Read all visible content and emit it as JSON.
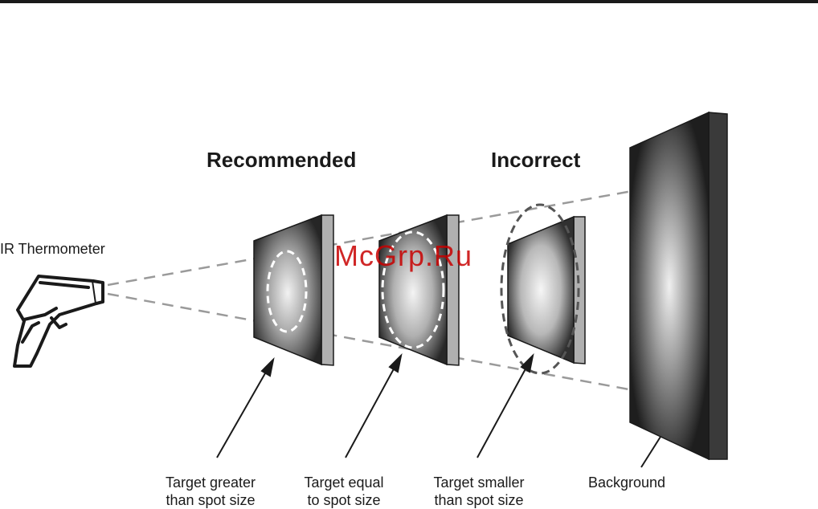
{
  "headings": {
    "recommended": "Recommended",
    "incorrect": "Incorrect"
  },
  "device": {
    "label": "IR Thermometer"
  },
  "targets": [
    {
      "line1": "Target greater",
      "line2": "than spot size"
    },
    {
      "line1": "Target equal",
      "line2": "to spot size"
    },
    {
      "line1": "Target smaller",
      "line2": "than spot size"
    }
  ],
  "background": {
    "label": "Background"
  },
  "watermark": "McGrp.Ru",
  "colors": {
    "ink": "#1a1a1a",
    "cone_dash": "#9a9a9a",
    "panel_edge": "#b0b0b0",
    "panel_dark": "#2a2a2a",
    "watermark": "#c80000"
  }
}
